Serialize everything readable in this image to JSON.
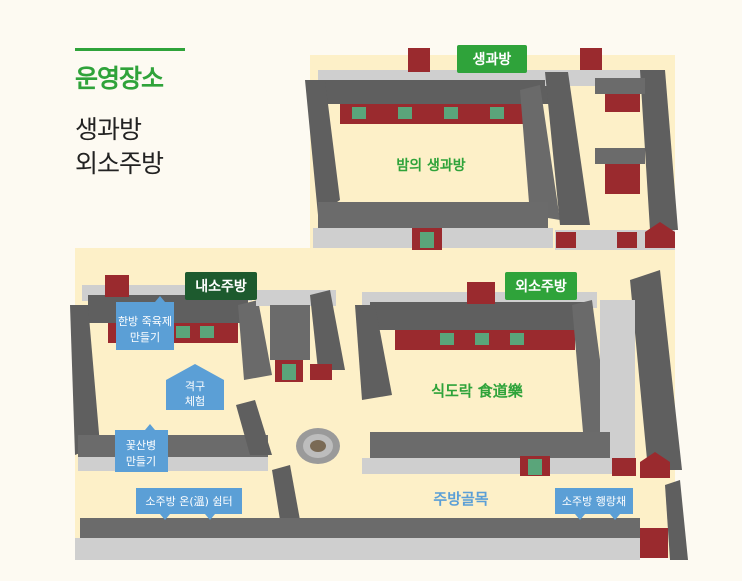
{
  "heading": {
    "title": "운영장소",
    "places": [
      "생과방",
      "외소주방"
    ]
  },
  "map": {
    "buildings": {
      "saenggwabang": "생과방",
      "naesojubang": "내소주방",
      "oesojubang": "외소주방"
    },
    "areas": {
      "night_saenggwabang": "밤의 생과방",
      "sikdorak": "식도락 食道樂",
      "jubang_golmok": "주방골목"
    },
    "programs": {
      "hanbang": [
        "한방 죽육제",
        "만들기"
      ],
      "gyeokgu": [
        "격구",
        "체험"
      ],
      "kkotsanbyeong": [
        "꽃산병",
        "만들기"
      ],
      "on_shelter": "소주방 온(溫) 쉼터",
      "haengrangchae": "소주방 행랑채"
    }
  },
  "colors": {
    "accent_green": "#2fa33a",
    "label_green": "#1f7a35",
    "dark_green": "#1d5a2e",
    "program_blue": "#5b9fd6",
    "courtyard": "#fdf0c8",
    "roof_dark": "#5f5f5f",
    "wall_red": "#9a2a2e"
  }
}
